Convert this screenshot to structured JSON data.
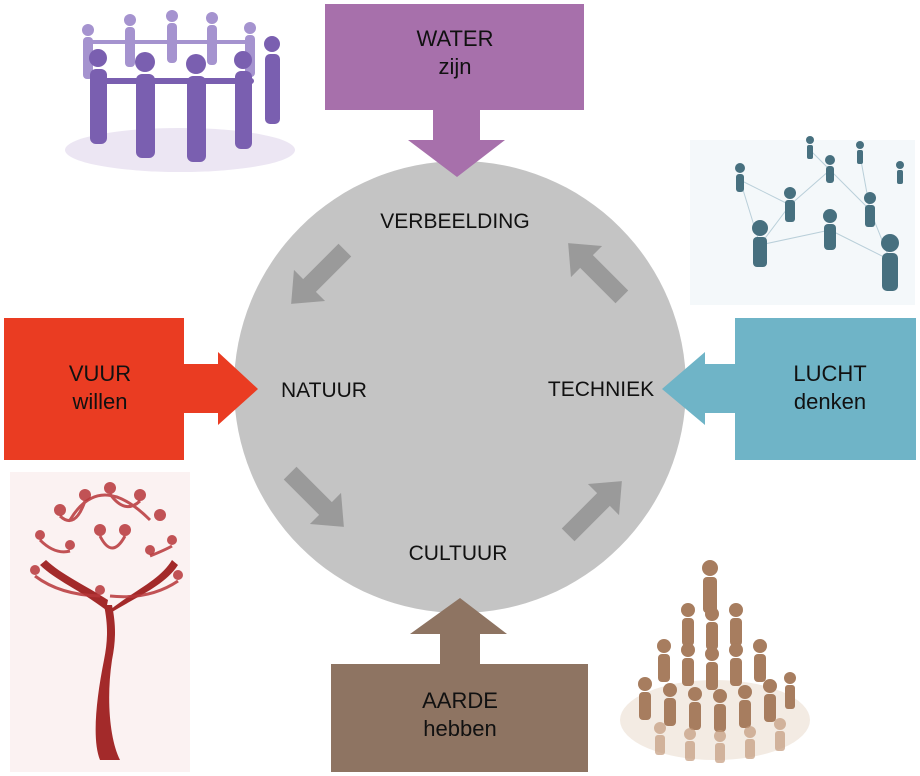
{
  "colors": {
    "water": "#a770ab",
    "fire": "#ea3c22",
    "air": "#6fb4c7",
    "earth": "#8e7462",
    "circle": "#c4c4c4",
    "inner_arrow": "#9a9a9a"
  },
  "boxes": {
    "water": {
      "line1": "WATER",
      "line2": "zijn"
    },
    "fire": {
      "line1": "VUUR",
      "line2": "willen"
    },
    "air": {
      "line1": "LUCHT",
      "line2": "denken"
    },
    "earth": {
      "line1": "AARDE",
      "line2": "hebben"
    }
  },
  "cycle": {
    "top": "VERBEELDING",
    "left": "NATUUR",
    "right": "TECHNIEK",
    "bottom": "CULTUUR"
  },
  "images": {
    "top_left": "people-circle-image",
    "top_right": "people-network-image",
    "bottom_left": "tree-of-people-image",
    "bottom_right": "people-pyramid-image"
  }
}
